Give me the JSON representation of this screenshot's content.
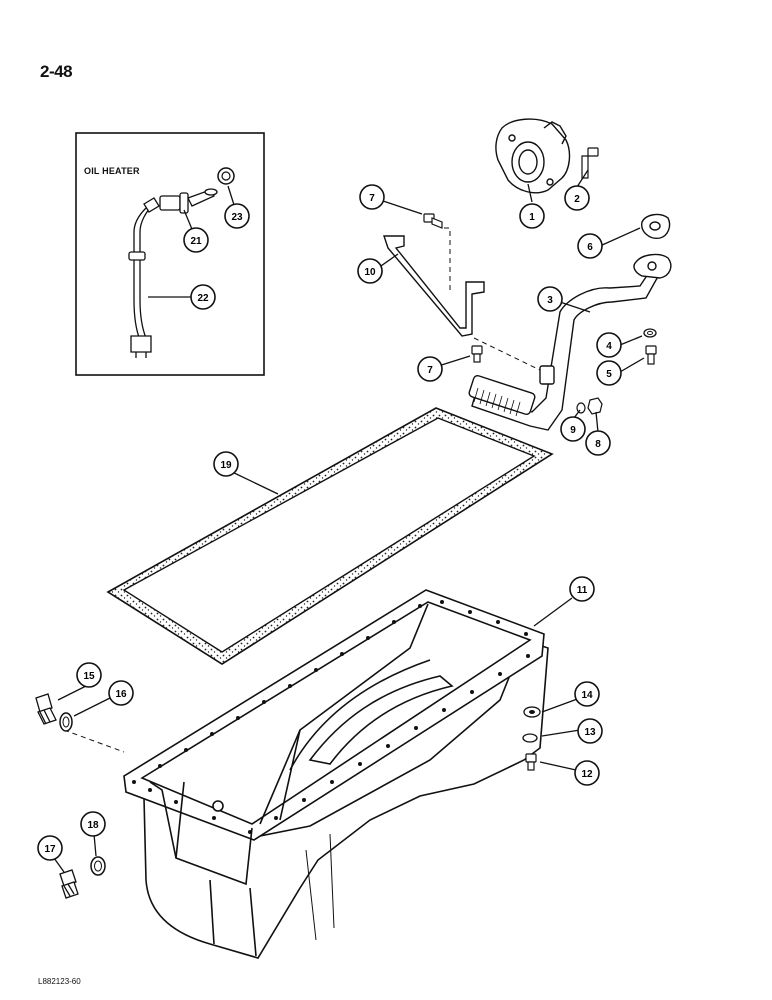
{
  "page": {
    "number": "2-48",
    "figure_code": "L882123-60"
  },
  "inset": {
    "title": "OIL HEATER"
  },
  "callouts": [
    {
      "label": "1"
    },
    {
      "label": "2"
    },
    {
      "label": "3"
    },
    {
      "label": "4"
    },
    {
      "label": "5"
    },
    {
      "label": "6"
    },
    {
      "label": "7"
    },
    {
      "label": "7"
    },
    {
      "label": "8"
    },
    {
      "label": "9"
    },
    {
      "label": "10"
    },
    {
      "label": "11"
    },
    {
      "label": "12"
    },
    {
      "label": "13"
    },
    {
      "label": "14"
    },
    {
      "label": "15"
    },
    {
      "label": "16"
    },
    {
      "label": "17"
    },
    {
      "label": "18"
    },
    {
      "label": "19"
    },
    {
      "label": "21"
    },
    {
      "label": "22"
    },
    {
      "label": "23"
    }
  ]
}
